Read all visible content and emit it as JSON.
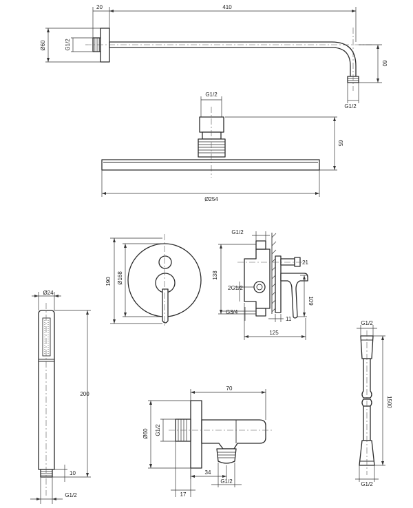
{
  "rain_arm": {
    "wall_plate_thickness": "20",
    "arm_length": "410",
    "wall_plate_diameter": "Ø60",
    "wall_thread": "G1/2",
    "drop_height": "60",
    "outlet_thread": "G1/2"
  },
  "shower_head": {
    "connector_thread": "G1/2",
    "height": "65",
    "diameter": "Ø254"
  },
  "cover_plate": {
    "outer_height": "190",
    "diameter": "Ø168"
  },
  "mixer_body": {
    "top_thread": "G1/2",
    "height": "138",
    "side_offset": "21",
    "outlet_thread": "2G1/2",
    "depth": "109",
    "inlet_thread": "G3/4",
    "lever_offset": "11",
    "total_depth": "125"
  },
  "hand_shower": {
    "diameter": "Ø24",
    "length": "200",
    "thread_length": "10",
    "thread": "G1/2"
  },
  "wall_outlet": {
    "length": "70",
    "flange_diameter": "Ø60",
    "wall_thread": "G1/2",
    "outlet_offset": "34",
    "outlet_thread": "G1/2",
    "flange_depth": "17"
  },
  "hose": {
    "top_thread": "G1/2",
    "length": "1500",
    "bottom_thread": "G1/2"
  }
}
